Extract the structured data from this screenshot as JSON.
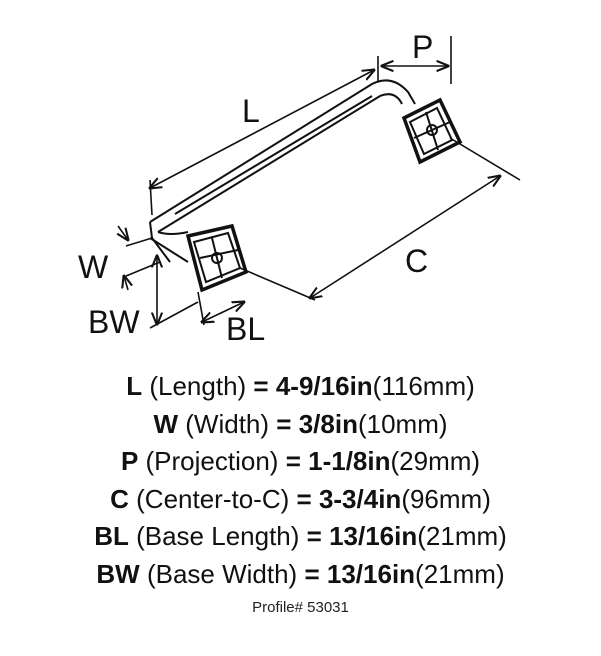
{
  "diagram": {
    "labels": {
      "L": "L",
      "P": "P",
      "C": "C",
      "W": "W",
      "BW": "BW",
      "BL": "BL"
    }
  },
  "specs": [
    {
      "code": "L",
      "name": "(Length)",
      "eq": "=",
      "imperial": "4-9/16in",
      "metric": "(116mm)"
    },
    {
      "code": "W",
      "name": "(Width)",
      "eq": "=",
      "imperial": "3/8in",
      "metric": "(10mm)"
    },
    {
      "code": "P",
      "name": "(Projection)",
      "eq": "=",
      "imperial": "1-1/8in",
      "metric": "(29mm)"
    },
    {
      "code": "C",
      "name": "(Center-to-C)",
      "eq": "=",
      "imperial": "3-3/4in",
      "metric": "(96mm)"
    },
    {
      "code": "BL",
      "name": "(Base Length)",
      "eq": "=",
      "imperial": "13/16in",
      "metric": "(21mm)"
    },
    {
      "code": "BW",
      "name": "(Base Width)",
      "eq": "=",
      "imperial": "13/16in",
      "metric": "(21mm)"
    }
  ],
  "profile": "Profile# 53031"
}
